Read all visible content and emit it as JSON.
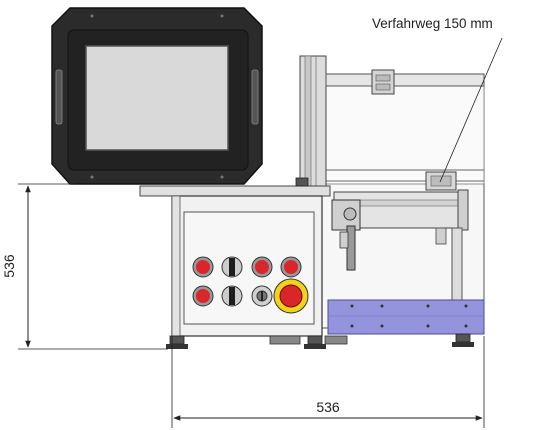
{
  "annotations": {
    "travel_label": "Verfahrweg 150 mm",
    "height_dim": "536",
    "width_dim": "536"
  },
  "colors": {
    "monitor_frame": "#2b2b2b",
    "screen": "#d9d9d9",
    "button_red": "#d8262b",
    "estop_yellow": "#f2d21a",
    "base_blue": "#9494dd",
    "panel_gray": "#eeeeee"
  },
  "icons": {
    "red_button": "red-pushbutton-icon",
    "selector": "selector-switch-icon",
    "key": "key-switch-icon",
    "estop": "emergency-stop-icon"
  }
}
